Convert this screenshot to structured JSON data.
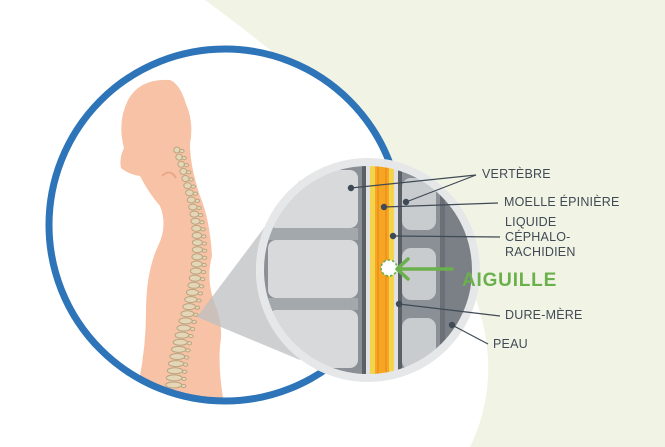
{
  "labels": {
    "vertebre": "VERTÈBRE",
    "moelle": "MOELLE ÉPINIÈRE",
    "liquide_1": "LIQUIDE",
    "liquide_2": "CÉPHALO-",
    "liquide_3": "RACHIDIEN",
    "aiguille": "AIGUILLE",
    "dure_mere": "DURE-MÈRE",
    "peau": "PEAU"
  },
  "colors": {
    "ring_blue": "#2d74b8",
    "skin": "#f7c2a6",
    "bone": "#e6d6b8",
    "needle_green": "#6ab04c",
    "spinal_cord": "#f6a623",
    "csf": "#f4d44d",
    "background_tint": "#f1f4e4"
  }
}
